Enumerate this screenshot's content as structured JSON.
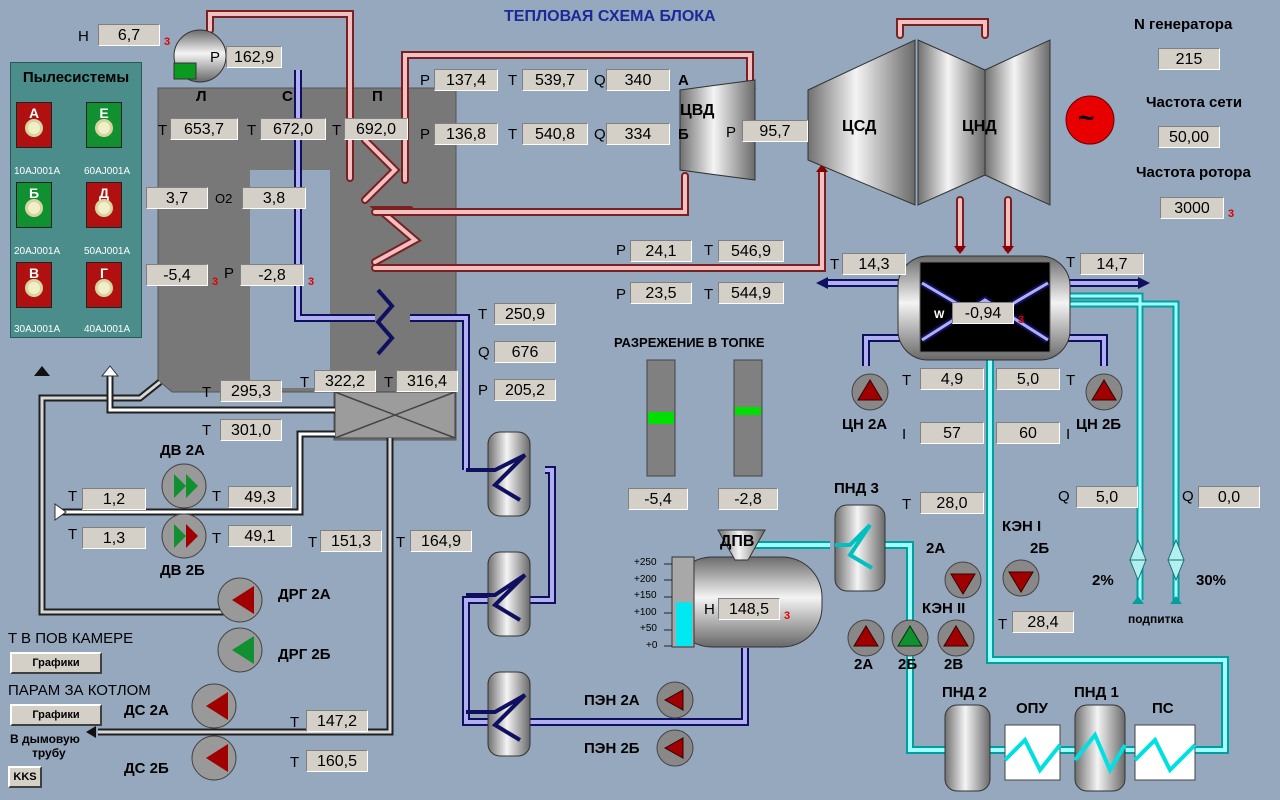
{
  "title": "ТЕПЛОВАЯ СХЕМА БЛОКА",
  "drum": {
    "h_label": "H",
    "h_value": "6,7",
    "h_flag": "3",
    "p_label": "P",
    "p_value": "162,9"
  },
  "boiler_zones": {
    "l": "Л",
    "s": "С",
    "p": "П"
  },
  "temps_top": [
    {
      "l": "T",
      "v": "653,7"
    },
    {
      "l": "T",
      "v": "672,0"
    },
    {
      "l": "T",
      "v": "692,0"
    }
  ],
  "o2": {
    "label": "O2",
    "left": "3,7",
    "right": "3,8"
  },
  "razr_row": {
    "left": "-5,4",
    "left_flag": "3",
    "p_label": "P",
    "right": "-2,8",
    "right_flag": "3"
  },
  "cvd_a": {
    "p_label": "P",
    "p": "137,4",
    "t_label": "T",
    "t": "539,7",
    "q_label": "Q",
    "q": "340",
    "tag": "A"
  },
  "cvd_b": {
    "p_label": "P",
    "p": "136,8",
    "t_label": "T",
    "t": "540,8",
    "q_label": "Q",
    "q": "334",
    "tag": "Б"
  },
  "cvd": {
    "name": "ЦВД",
    "p_label": "P",
    "p": "95,7"
  },
  "csd": {
    "name": "ЦСД"
  },
  "cnd": {
    "name": "ЦНД"
  },
  "reheat1": {
    "p_label": "P",
    "p": "24,1",
    "t_label": "T",
    "t": "546,9"
  },
  "reheat2": {
    "p_label": "P",
    "p": "23,5",
    "t_label": "T",
    "t": "544,9"
  },
  "generator": {
    "n_label": "N генератора",
    "n_value": "215",
    "freq_label": "Частота сети",
    "freq_value": "50,00",
    "rotor_label": "Частота ротора",
    "rotor_value": "3000",
    "rotor_flag": "3",
    "symbol": "~"
  },
  "condenser": {
    "t_in_label": "T",
    "t_in": "14,3",
    "t_out_label": "T",
    "t_out": "14,7",
    "w_label": "W",
    "w": "-0,94",
    "w_flag": "3"
  },
  "cn": {
    "t_label": "T",
    "t_a": "4,9",
    "t_b": "5,0",
    "i_label": "I",
    "i_a": "57",
    "i_b": "60",
    "a_name": "ЦН 2А",
    "b_name": "ЦН 2Б"
  },
  "economizer": {
    "t_label": "T",
    "t": "250,9",
    "q_label": "Q",
    "q": "676",
    "p_label": "P",
    "p": "205,2"
  },
  "razr_topka": {
    "label": "РАЗРЕЖЕНИЕ В ТОПКЕ",
    "left": "-5,4",
    "right": "-2,8",
    "left_level": 0.5,
    "right_level": 0.56
  },
  "air": {
    "t1_label": "T",
    "t1": "295,3",
    "t2_label": "T",
    "t2": "301,0",
    "t3_label": "T",
    "t3": "322,2",
    "t4_label": "T",
    "t4": "316,4"
  },
  "dv": {
    "a_name": "ДВ 2А",
    "b_name": "ДВ 2Б",
    "a_t_in": "1,2",
    "a_t_out": "49,3",
    "b_t_in": "1,3",
    "b_t_out": "49,1",
    "t_label": "T"
  },
  "gas": {
    "t1_label": "T",
    "t1": "151,3",
    "t2_label": "T",
    "t2": "164,9",
    "t3_label": "T",
    "t3": "147,2",
    "t4_label": "T",
    "t4": "160,5"
  },
  "drg": {
    "a_name": "ДРГ 2А",
    "b_name": "ДРГ 2Б"
  },
  "ds": {
    "a_name": "ДС 2А",
    "b_name": "ДС 2Б"
  },
  "left_panel": {
    "label1": "T В ПОВ КАМЕРЕ",
    "btn1": "Графики",
    "label2": "ПАРАМ ЗА КОТЛОМ",
    "btn2": "Графики",
    "chimney_l1": "В дымовую",
    "chimney_l2": "трубу",
    "kks": "KKS"
  },
  "mills": {
    "title": "Пылесистемы",
    "items": [
      {
        "letter": "А",
        "id": "10AJ001A",
        "color": "#b01010"
      },
      {
        "letter": "Е",
        "id": "60AJ001A",
        "color": "#109030"
      },
      {
        "letter": "Б",
        "id": "20AJ001A",
        "color": "#109030"
      },
      {
        "letter": "Д",
        "id": "50AJ001A",
        "color": "#b01010"
      },
      {
        "letter": "В",
        "id": "30AJ001A",
        "color": "#b01010"
      },
      {
        "letter": "Г",
        "id": "40AJ001A",
        "color": "#b01010"
      }
    ]
  },
  "dpv": {
    "name": "ДПВ",
    "h_label": "H",
    "h": "148,5",
    "h_flag": "3",
    "level_fraction": 0.52,
    "scale": [
      "+250",
      "+200",
      "+150",
      "+100",
      "+50",
      "+0"
    ]
  },
  "pen": {
    "a_name": "ПЭН 2А",
    "b_name": "ПЭН 2Б"
  },
  "pnd3": {
    "name": "ПНД 3",
    "t_label": "T",
    "t": "28,0"
  },
  "ken": {
    "name1": "КЭН I",
    "a1": "2А",
    "b1": "2Б",
    "name2": "КЭН II",
    "a2": "2А",
    "b2": "2Б",
    "c2": "2В",
    "t_label": "T",
    "t": "28,4"
  },
  "podpitka": {
    "q_label": "Q",
    "q1": "5,0",
    "q2": "0,0",
    "pct1": "2%",
    "pct2": "30%",
    "label": "подпитка"
  },
  "lower": {
    "pnd2": "ПНД 2",
    "opu": "ОПУ",
    "pnd1": "ПНД 1",
    "ps": "ПС"
  }
}
